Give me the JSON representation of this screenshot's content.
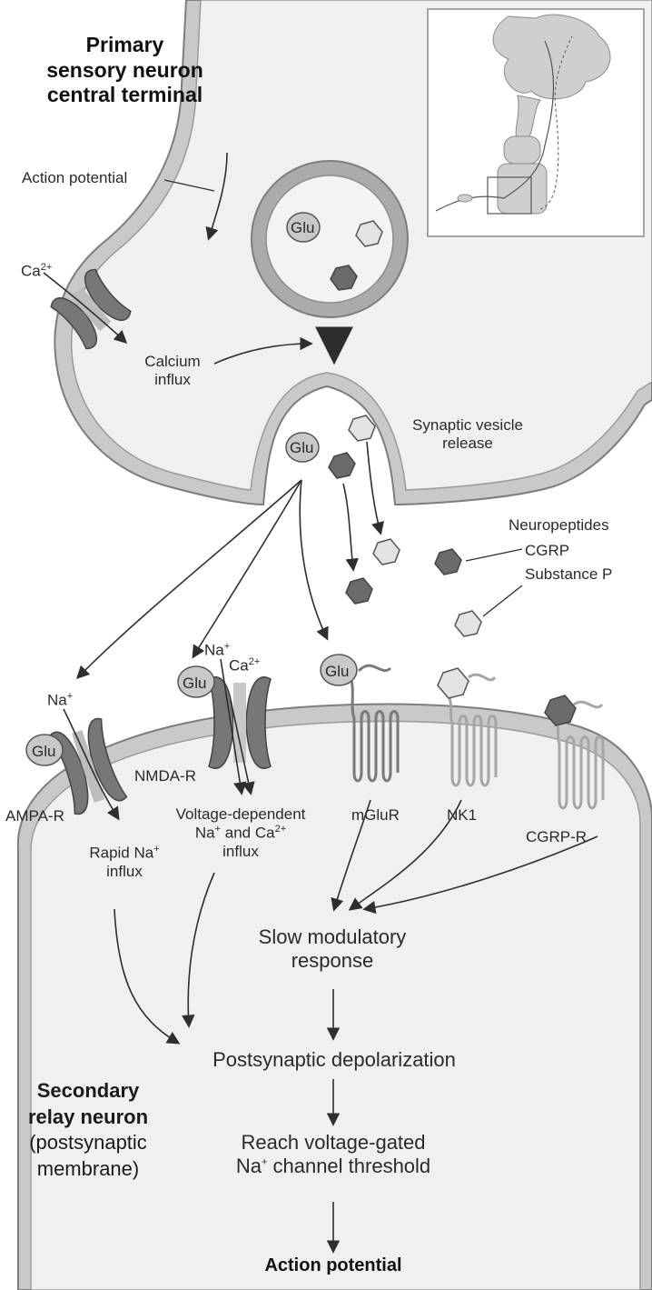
{
  "presynaptic": {
    "title": [
      "Primary",
      "sensory neuron",
      "central terminal"
    ],
    "action_potential": "Action potential",
    "calcium_ion": "Ca",
    "calcium_charge": "2+",
    "calcium_influx": [
      "Calcium",
      "influx"
    ],
    "vesicle_glu": "Glu",
    "synaptic_vesicle_release": [
      "Synaptic vesicle",
      "release"
    ],
    "release_glu": "Glu"
  },
  "neuropeptides": {
    "heading": "Neuropeptides",
    "cgrp": "CGRP",
    "substance_p": "Substance P"
  },
  "receptors": {
    "ampa": {
      "ion": "Na",
      "ion_charge": "+",
      "glu": "Glu",
      "name": "AMPA-R",
      "effect_1": "Rapid Na",
      "effect_1_charge": "+",
      "effect_2": "influx"
    },
    "nmda": {
      "ion_1": "Na",
      "ion_1_charge": "+",
      "ion_2": "Ca",
      "ion_2_charge": "2+",
      "glu": "Glu",
      "name": "NMDA-R",
      "effect_1": "Voltage-dependent",
      "effect_2a": "Na",
      "effect_2_charge1": "+",
      "effect_2b": " and Ca",
      "effect_2_charge2": "2+",
      "effect_3": "influx"
    },
    "mglur": {
      "glu": "Glu",
      "name": "mGluR"
    },
    "nk1": {
      "name": "NK1"
    },
    "cgrp_r": {
      "name": "CGRP-R"
    }
  },
  "postsynaptic": {
    "title_1": "Secondary",
    "title_2": "relay neuron",
    "title_3": "(postsynaptic",
    "title_4": "membrane)",
    "slow_response": [
      "Slow modulatory",
      "response"
    ],
    "depolarization": "Postsynaptic depolarization",
    "threshold_1": "Reach voltage-gated",
    "threshold_2a": "Na",
    "threshold_2_charge": "+",
    "threshold_2b": " channel threshold",
    "action_potential": "Action potential"
  },
  "colors": {
    "membrane_fill": "#c9c9c9",
    "membrane_stroke": "#7d7d7d",
    "cytoplasm": "#f0f0f0",
    "dark_hexagon": "#6b6b6b",
    "light_hexagon": "#e3e3e3",
    "channel": "#777777",
    "arrow": "#2e2e2e"
  }
}
